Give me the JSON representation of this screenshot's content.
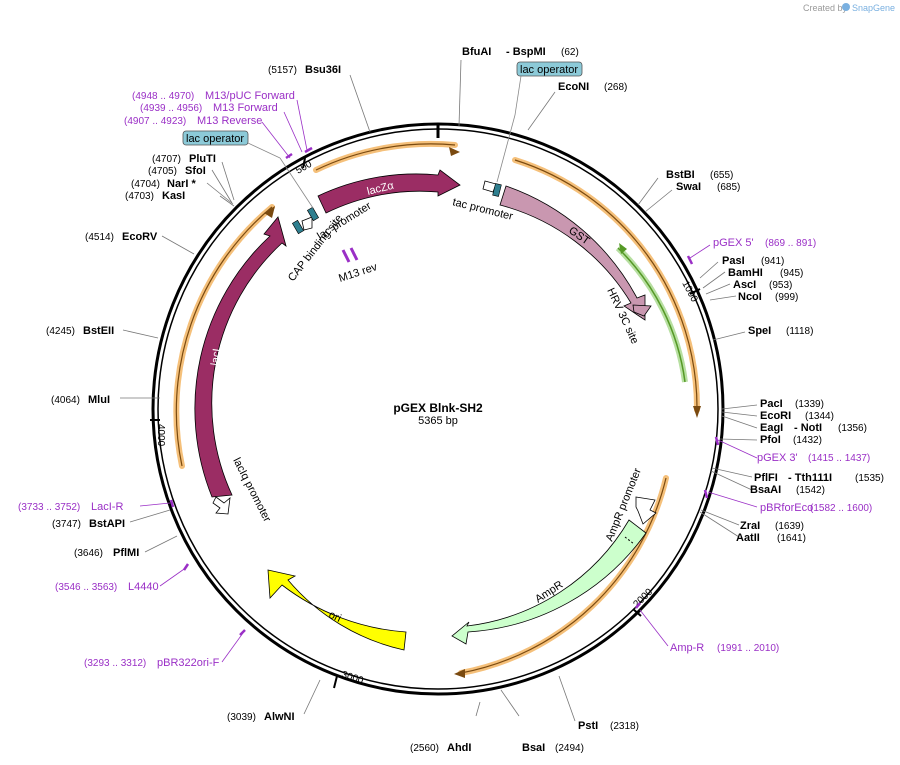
{
  "credit": {
    "text": "Created by",
    "brand": "SnapGene"
  },
  "plasmid": {
    "name": "pGEX Blnk-SH2",
    "length": "5365 bp"
  },
  "ticks": [
    {
      "label": "500"
    },
    {
      "label": "1000"
    },
    {
      "label": "2000"
    },
    {
      "label": "3000"
    },
    {
      "label": "4000"
    }
  ],
  "sites": [
    {
      "name": "Bsu36I",
      "pos": "(5157)"
    },
    {
      "name": "BfuAI",
      "pos": ""
    },
    {
      "name": "- BspMI",
      "pos": "(62)"
    },
    {
      "name": "EcoNI",
      "pos": "(268)"
    },
    {
      "name": "BstBI",
      "pos": "(655)"
    },
    {
      "name": "SwaI",
      "pos": "(685)"
    },
    {
      "name": "PasI",
      "pos": "(941)"
    },
    {
      "name": "BamHI",
      "pos": "(945)"
    },
    {
      "name": "AscI",
      "pos": "(953)"
    },
    {
      "name": "NcoI",
      "pos": "(999)"
    },
    {
      "name": "SpeI",
      "pos": "(1118)"
    },
    {
      "name": "PacI",
      "pos": "(1339)"
    },
    {
      "name": "EcoRI",
      "pos": "(1344)"
    },
    {
      "name": "EagI",
      "pos": ""
    },
    {
      "name": "- NotI",
      "pos": "(1356)"
    },
    {
      "name": "PfoI",
      "pos": "(1432)"
    },
    {
      "name": "PflFI",
      "pos": ""
    },
    {
      "name": "- Tth111I",
      "pos": "(1535)"
    },
    {
      "name": "BsaAI",
      "pos": "(1542)"
    },
    {
      "name": "ZraI",
      "pos": "(1639)"
    },
    {
      "name": "AatII",
      "pos": "(1641)"
    },
    {
      "name": "PstI",
      "pos": "(2318)"
    },
    {
      "name": "BsaI",
      "pos": "(2494)"
    },
    {
      "name": "AhdI",
      "pos": "(2560)"
    },
    {
      "name": "AlwNI",
      "pos": "(3039)"
    },
    {
      "name": "PflMI",
      "pos": "(3646)"
    },
    {
      "name": "BstAPI",
      "pos": "(3747)"
    },
    {
      "name": "MluI",
      "pos": "(4064)"
    },
    {
      "name": "BstEII",
      "pos": "(4245)"
    },
    {
      "name": "EcoRV",
      "pos": "(4514)"
    },
    {
      "name": "KasI",
      "pos": "(4703)"
    },
    {
      "name": "NarI *",
      "pos": "(4704)"
    },
    {
      "name": "SfoI",
      "pos": "(4705)"
    },
    {
      "name": "PluTI",
      "pos": "(4707)"
    }
  ],
  "primers": [
    {
      "name": "M13/pUC Forward",
      "pos": "(4948 .. 4970)"
    },
    {
      "name": "M13 Forward",
      "pos": "(4939 .. 4956)"
    },
    {
      "name": "M13 Reverse",
      "pos": "(4907 .. 4923)"
    },
    {
      "name": "pGEX 5'",
      "pos": "(869 .. 891)"
    },
    {
      "name": "pGEX 3'",
      "pos": "(1415 .. 1437)"
    },
    {
      "name": "pBRforEco",
      "pos": "(1582 .. 1600)"
    },
    {
      "name": "Amp-R",
      "pos": "(1991 .. 2010)"
    },
    {
      "name": "pBR322ori-F",
      "pos": "(3293 .. 3312)"
    },
    {
      "name": "L4440",
      "pos": "(3546 .. 3563)"
    },
    {
      "name": "LacI-R",
      "pos": "(3733 .. 3752)"
    }
  ],
  "features": {
    "lacZa": "lacZα",
    "lac_promoter": "lac promoter",
    "cap_site": "CAP binding site",
    "m13_rev": "M13 rev",
    "tac_promoter": "tac promoter",
    "gst": "GST",
    "hrv": "HRV 3C site",
    "laci": "lacI",
    "lacIq_promoter": "lacIq promoter",
    "ori": "ori",
    "ampr": "AmpR",
    "ampr_promoter": "AmpR promoter",
    "lac_operator_1": "lac operator",
    "lac_operator_2": "lac operator"
  },
  "colors": {
    "lacZa": "#9b2d64",
    "laci": "#9b2d64",
    "gst": "#c997b0",
    "hrv": "#c997b0",
    "ori": "#ffff00",
    "ampr": "#ccffcc",
    "orf_highlight": "#f5c07a",
    "orf_line": "#7a4a10",
    "hrv_arc": "#559926",
    "primer": "#9a2fc6",
    "operator_box": "#8ccad8",
    "operator_marker": "#2f7f8f"
  }
}
